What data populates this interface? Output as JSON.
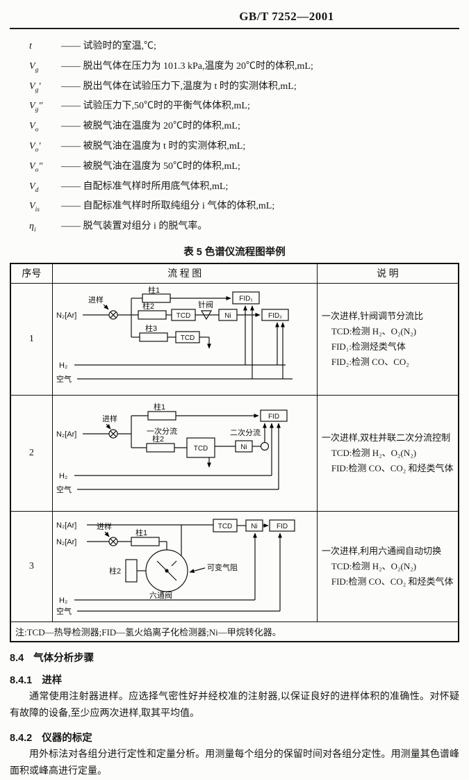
{
  "header": {
    "doc_number": "GB/T 7252—2001"
  },
  "definitions": [
    {
      "base": "t",
      "sub": "",
      "prime": "",
      "desc": "—— 试验时的室温,℃;"
    },
    {
      "base": "V",
      "sub": "g",
      "prime": "",
      "desc": "—— 脱出气体在压力为 101.3 kPa,温度为 20℃时的体积,mL;"
    },
    {
      "base": "V",
      "sub": "g",
      "prime": "′",
      "desc": "—— 脱出气体在试验压力下,温度为 t 时的实测体积,mL;"
    },
    {
      "base": "V",
      "sub": "g",
      "prime": "″",
      "desc": "—— 试验压力下,50℃时的平衡气体体积,mL;"
    },
    {
      "base": "V",
      "sub": "o",
      "prime": "",
      "desc": "—— 被脱气油在温度为 20℃时的体积,mL;"
    },
    {
      "base": "V",
      "sub": "o",
      "prime": "′",
      "desc": "—— 被脱气油在温度为 t 时的实测体积,mL;"
    },
    {
      "base": "V",
      "sub": "o",
      "prime": "″",
      "desc": "—— 被脱气油在温度为 50℃时的体积,mL;"
    },
    {
      "base": "V",
      "sub": "d",
      "prime": "",
      "desc": "—— 自配标准气样时所用底气体积,mL;"
    },
    {
      "base": "V",
      "sub": "is",
      "prime": "",
      "desc": "—— 自配标准气样时所取纯组分 i 气体的体积,mL;"
    },
    {
      "base": "η",
      "sub": "i",
      "prime": "",
      "desc": "—— 脱气装置对组分 i 的脱气率。"
    }
  ],
  "table": {
    "title": "表 5  色谱仪流程图举例",
    "headers": [
      "序号",
      "流 程 图",
      "说  明"
    ],
    "note": "注:TCD—热导检测器;FID—氢火焰离子化检测器;Ni—甲烷转化器。",
    "rows": [
      {
        "no": "1",
        "desc": [
          "一次进样,针阀调节分流比",
          "TCD:检测 H₂、O₂(N₂)",
          "FID₁:检测烃类气体",
          "FID₂:检测 CO、CO₂"
        ]
      },
      {
        "no": "2",
        "desc": [
          "一次进样,双柱并联二次分流控制",
          "TCD:检测 H₂、O₂(N₂)",
          "FID:检测 CO、CO₂ 和烃类气体"
        ]
      },
      {
        "no": "3",
        "desc": [
          "一次进样,利用六通阀自动切换",
          "TCD:检测 H₂、O₂(N₂)",
          "FID:检测 CO、CO₂ 和烃类气体"
        ]
      }
    ]
  },
  "diagram1": {
    "carrier": "N₂[Ar]",
    "inject": "进样",
    "col1": "柱1",
    "col2": "柱2",
    "col3": "柱3",
    "needle_valve": "针阀",
    "tcd_a": "TCD",
    "tcd_b": "TCD",
    "ni": "Ni",
    "fid1": "FID₁",
    "fid2": "FID₂",
    "h2": "H₂",
    "air": "空气"
  },
  "diagram2": {
    "carrier": "N₂[Ar]",
    "inject": "进样",
    "col1": "柱1",
    "col2": "柱2",
    "split1": "一次分流",
    "split2": "二次分流",
    "tcd": "TCD",
    "ni": "Ni",
    "fid": "FID",
    "h2": "H₂",
    "air": "空气"
  },
  "diagram3": {
    "carrier1": "N₂[Ar]",
    "carrier2": "N₂[Ar]",
    "inject": "进样",
    "col1": "柱1",
    "col2": "柱2",
    "valve6": "六通阀",
    "restrictor": "可变气阻",
    "tcd": "TCD",
    "ni": "Ni",
    "fid": "FID",
    "h2": "H₂",
    "air": "空气"
  },
  "sections": {
    "s84": {
      "num": "8.4",
      "title": "气体分析步骤"
    },
    "s841": {
      "num": "8.4.1",
      "title": "进样"
    },
    "p841": "通常使用注射器进样。应选择气密性好并经校准的注射器,以保证良好的进样体积的准确性。对怀疑有故障的设备,至少应两次进样,取其平均值。",
    "s842": {
      "num": "8.4.2",
      "title": "仪器的标定"
    },
    "p842": "用外标法对各组分进行定性和定量分析。用测量每个组分的保留时间对各组分定性。用测量其色谱峰面积或峰高进行定量。"
  }
}
